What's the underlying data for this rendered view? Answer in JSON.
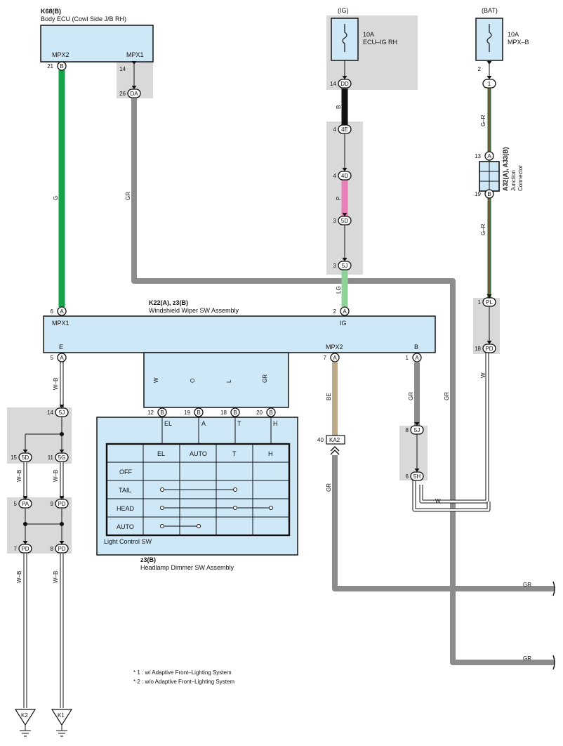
{
  "components": {
    "body_ecu": {
      "code": "K68(B)",
      "name": "Body ECU (Cowl Side J/B RH)",
      "pin_left": "MPX2",
      "pin_right": "MPX1"
    },
    "ig_fuse": {
      "supply": "(IG)",
      "rating": "10A",
      "name": "ECU–IG RH"
    },
    "bat_fuse": {
      "supply": "(BAT)",
      "rating": "10A",
      "name": "MPX–B"
    },
    "junction": {
      "code": "A32(A), A33(B)",
      "name1": "Junction",
      "name2": "Connector"
    },
    "wiper_sw": {
      "code": "K22(A), z3(B)",
      "name": "Windshield Wiper SW Assembly",
      "pin_mpx1": "MPX1",
      "pin_ig": "IG",
      "pin_e": "E",
      "pin_mpx2": "MPX2",
      "pin_b": "B"
    },
    "headlamp_sw": {
      "code": "z3(B)",
      "name": "Headlamp Dimmer SW Assembly",
      "inner_label": "Light Control SW",
      "pins": [
        "EL",
        "A",
        "T",
        "H"
      ]
    }
  },
  "light_table": {
    "headers": [
      "EL",
      "AUTO",
      "T",
      "H"
    ],
    "rows": [
      "OFF",
      "TAIL",
      "HEAD",
      "AUTO"
    ]
  },
  "connectors": [
    {
      "num": "21",
      "id": "B"
    },
    {
      "num": "14",
      "id": ""
    },
    {
      "num": "26",
      "id": "DA"
    },
    {
      "num": "14",
      "id": "DD"
    },
    {
      "num": "4",
      "id": "4E"
    },
    {
      "num": "4",
      "id": "4D"
    },
    {
      "num": "3",
      "id": "5D"
    },
    {
      "num": "3",
      "id": "5J"
    },
    {
      "num": "2",
      "id": ""
    },
    {
      "num": "",
      "id": "1"
    },
    {
      "num": "13",
      "id": "A"
    },
    {
      "num": "19",
      "id": "B"
    },
    {
      "num": "6",
      "id": "A"
    },
    {
      "num": "2",
      "id": "A"
    },
    {
      "num": "1",
      "id": "PL"
    },
    {
      "num": "18",
      "id": "PD"
    },
    {
      "num": "5",
      "id": "A"
    },
    {
      "num": "7",
      "id": "A"
    },
    {
      "num": "1",
      "id": "A"
    },
    {
      "num": "12",
      "id": "B"
    },
    {
      "num": "19",
      "id": "B"
    },
    {
      "num": "18",
      "id": "B"
    },
    {
      "num": "20",
      "id": "B"
    },
    {
      "num": "14",
      "id": "5J"
    },
    {
      "num": "15",
      "id": "5D"
    },
    {
      "num": "11",
      "id": "5G"
    },
    {
      "num": "5",
      "id": "PA"
    },
    {
      "num": "9",
      "id": "PD"
    },
    {
      "num": "7",
      "id": "PD"
    },
    {
      "num": "8",
      "id": "PD"
    },
    {
      "num": "8",
      "id": "5J"
    },
    {
      "num": "6",
      "id": "5H"
    },
    {
      "num": "40",
      "id": "KA2"
    }
  ],
  "wire_labels": [
    "G",
    "GR",
    "B",
    "P",
    "LG",
    "G–R",
    "G–R",
    "W",
    "W–B",
    "W–B",
    "W–B",
    "W–B",
    "W–B",
    "W",
    "O",
    "L",
    "GR",
    "BE",
    "GR",
    "GR",
    "W",
    "GR",
    "GR",
    "GR"
  ],
  "grounds": [
    "K2",
    "K1"
  ],
  "notes": [
    "* 1 : w/ Adaptive Front–Lighting System",
    "* 2 : w/o Adaptive Front–Lighting System"
  ],
  "colors": {
    "G": "#14a24a",
    "GR": "#8c8c8c",
    "B": "#111111",
    "P": "#ea7fb8",
    "LG": "#90d39a",
    "W": "#ffffff",
    "O": "#f0901e",
    "L": "#18a9e6",
    "BE": "#c0a98a",
    "GR_dark": "#2a6b38"
  }
}
